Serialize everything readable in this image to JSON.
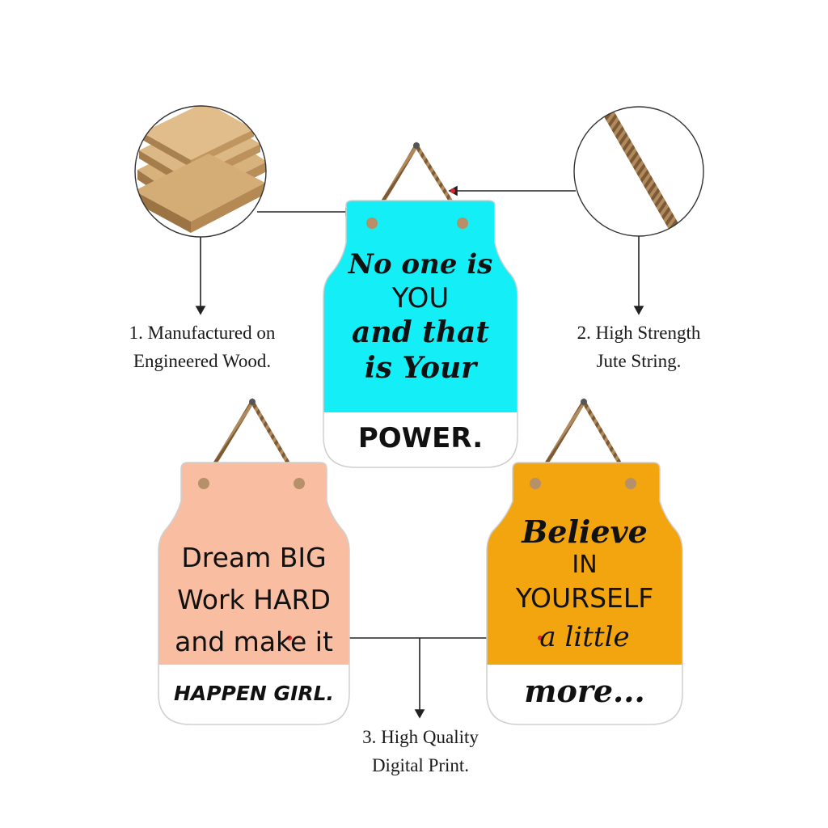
{
  "features": [
    {
      "line1": "1. Manufactured on",
      "line2": "Engineered Wood."
    },
    {
      "line1": "2. High Strength",
      "line2": "Jute String."
    },
    {
      "line1": "3. High Quality",
      "line2": "Digital Print."
    }
  ],
  "signs": {
    "blue": {
      "color": "#14eef7",
      "lines": [
        "No one is",
        "YOU",
        "and that",
        "is Your"
      ],
      "bottom": "POWER."
    },
    "peach": {
      "color": "#f9bea1",
      "lines": [
        "Dream BIG",
        "Work HARD",
        "and make it"
      ],
      "bottom": "HAPPEN GIRL."
    },
    "orange": {
      "color": "#f2a50e",
      "lines": [
        "Believe",
        "IN",
        "YOURSELF",
        "a little"
      ],
      "bottom": "more..."
    }
  },
  "colors": {
    "wood": "#c9a06c",
    "rope": "#a07a4f",
    "line": "#222222",
    "accent_dot": "#d8262c"
  },
  "icons": [
    "wood-board-stack-icon",
    "jute-rope-icon"
  ]
}
